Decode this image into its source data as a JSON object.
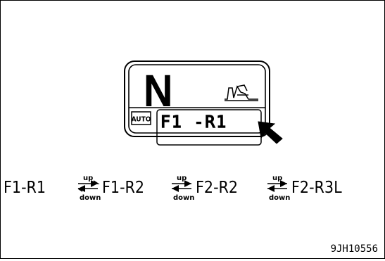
{
  "figure": {
    "figure_id": "9JH10556",
    "colors": {
      "ink": "#000000",
      "background": "#ffffff"
    }
  },
  "display": {
    "gear_letter": "N",
    "mode_badge": "AUTO",
    "shift_mode_text": "F1 -R1",
    "icons": [
      "work-equipment-icon",
      "pointer-arrow-icon"
    ]
  },
  "sequence": {
    "items": [
      "F1-R1",
      "F1-R2",
      "F2-R2",
      "F2-R3L"
    ],
    "arrow_up_label": "up",
    "arrow_down_label": "down"
  }
}
